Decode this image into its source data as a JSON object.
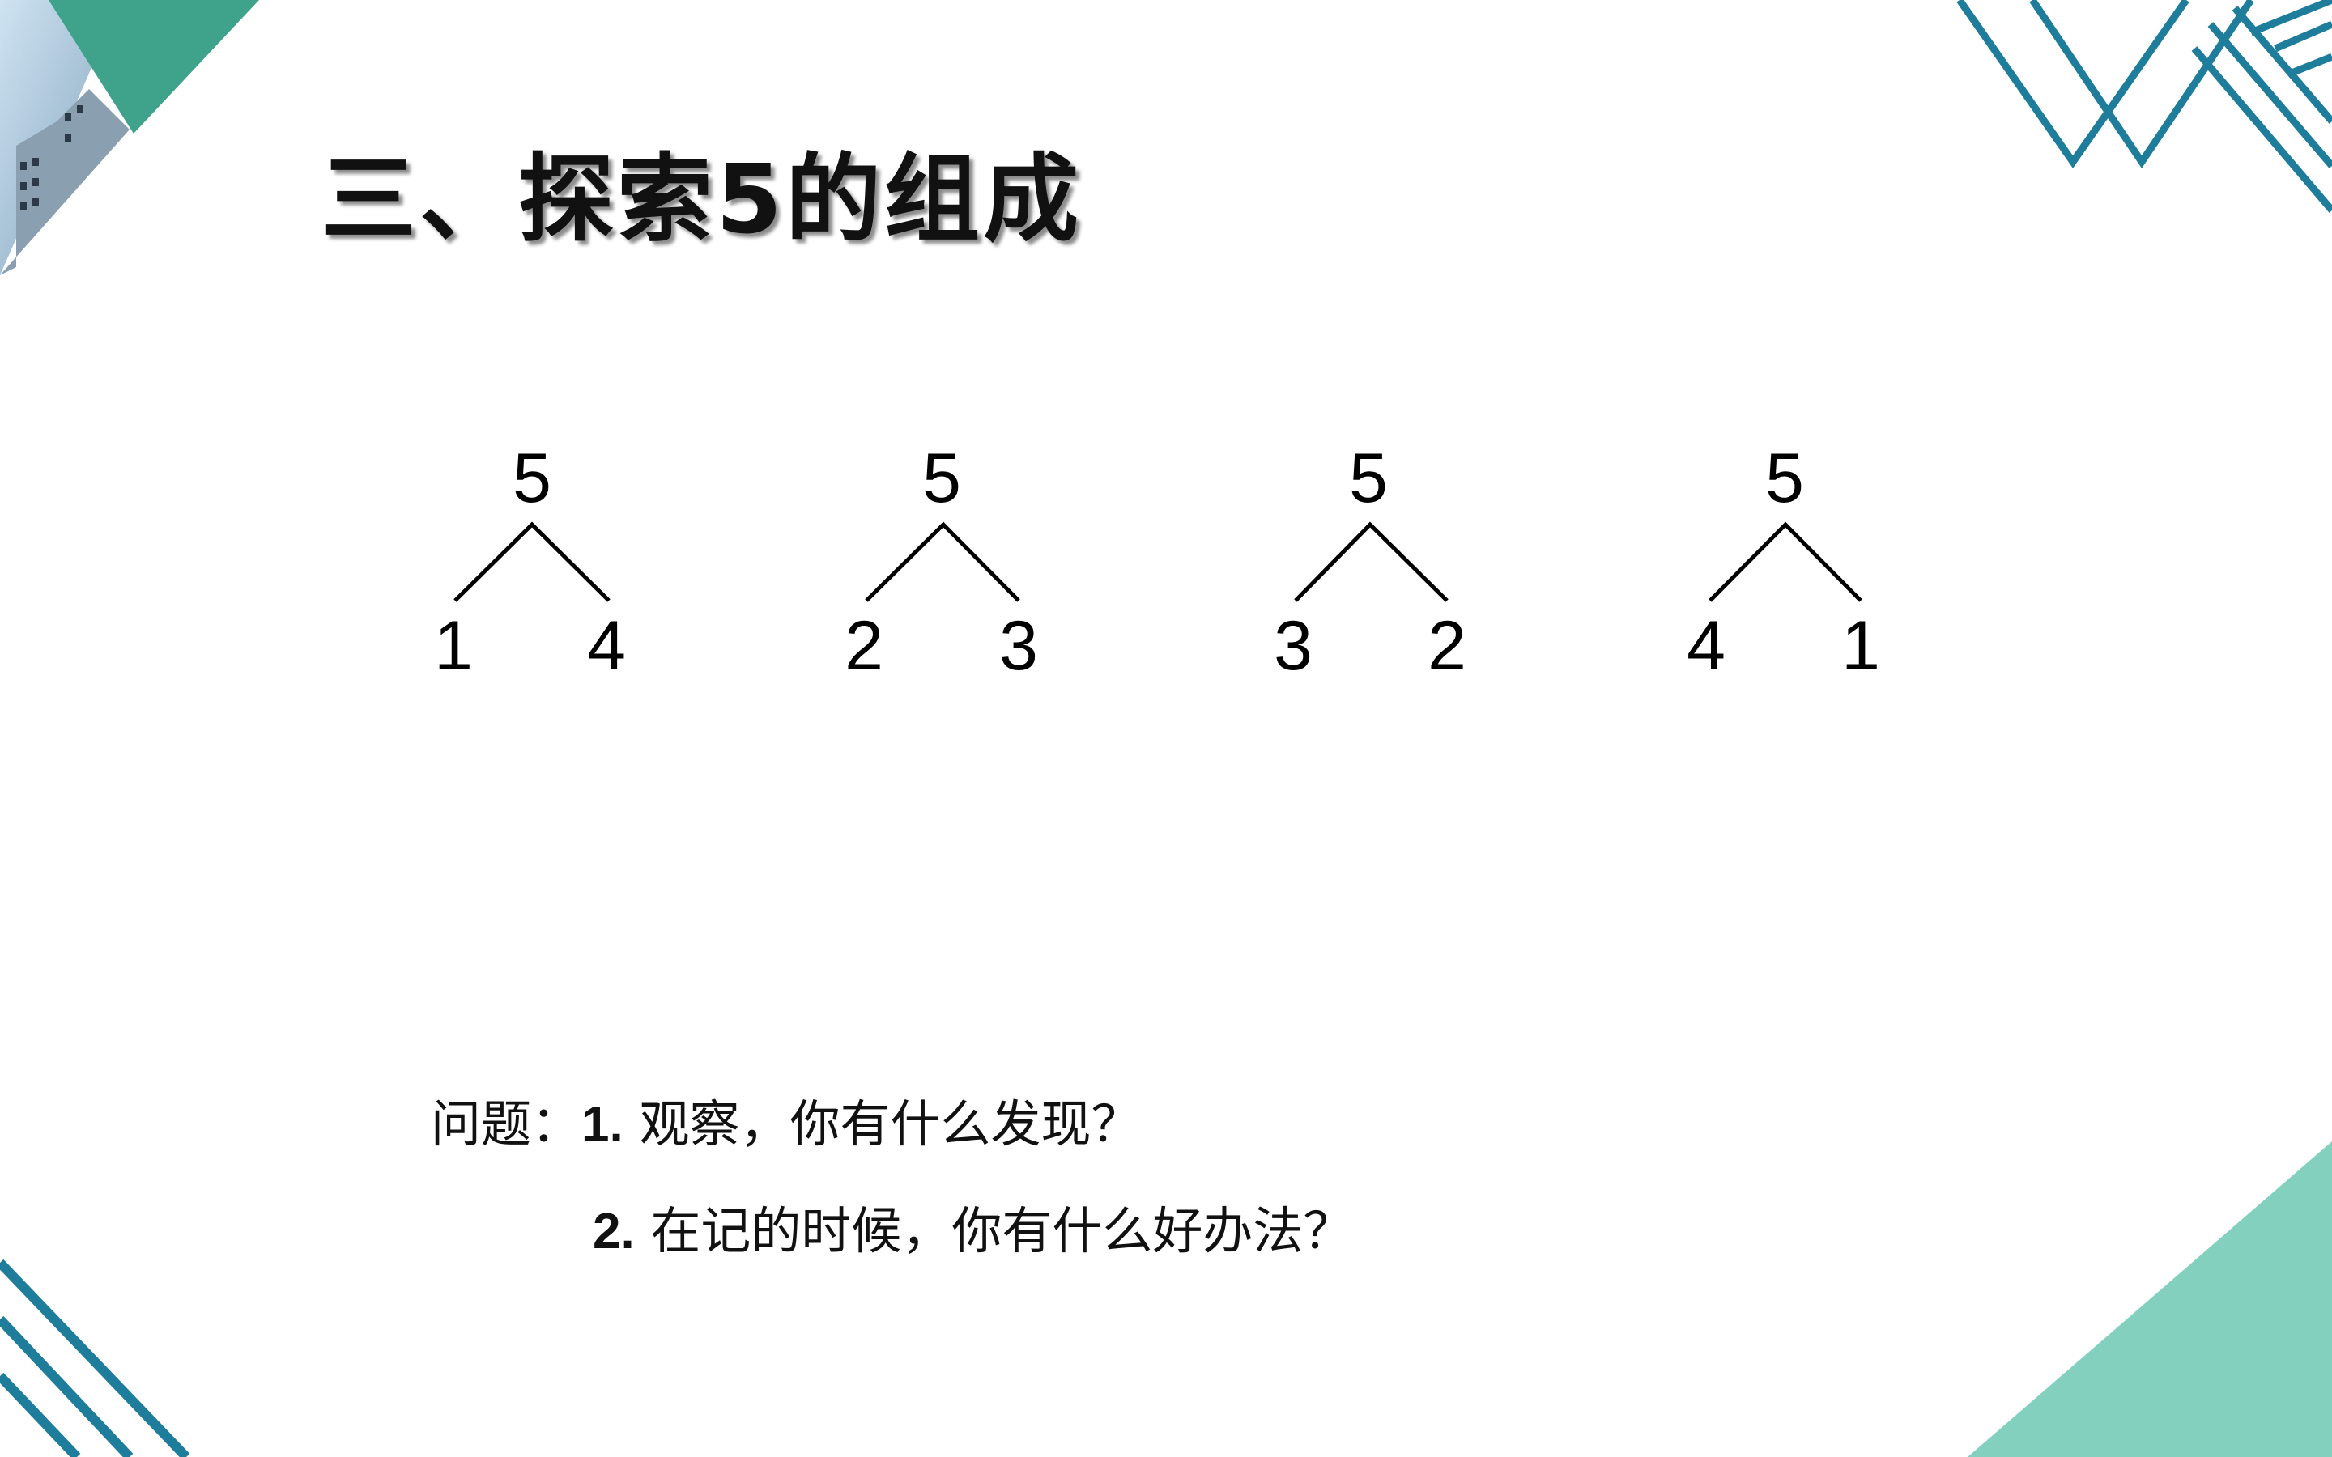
{
  "slide": {
    "title": "三、探索5的组成",
    "colors": {
      "teal_dark": "#3fa38b",
      "teal_light": "#84d0bf",
      "stripe_blue": "#1f7d9c",
      "text": "#111111"
    }
  },
  "trees": [
    {
      "top": "5",
      "left": "1",
      "right": "4"
    },
    {
      "top": "5",
      "left": "2",
      "right": "3"
    },
    {
      "top": "5",
      "left": "3",
      "right": "2"
    },
    {
      "top": "5",
      "left": "4",
      "right": "1"
    }
  ],
  "questions": {
    "label": "问题：",
    "items": [
      {
        "num": "1.",
        "text": " 观察，你有什么发现？"
      },
      {
        "num": "2.",
        "text": " 在记的时候，你有什么好办法？"
      }
    ]
  }
}
